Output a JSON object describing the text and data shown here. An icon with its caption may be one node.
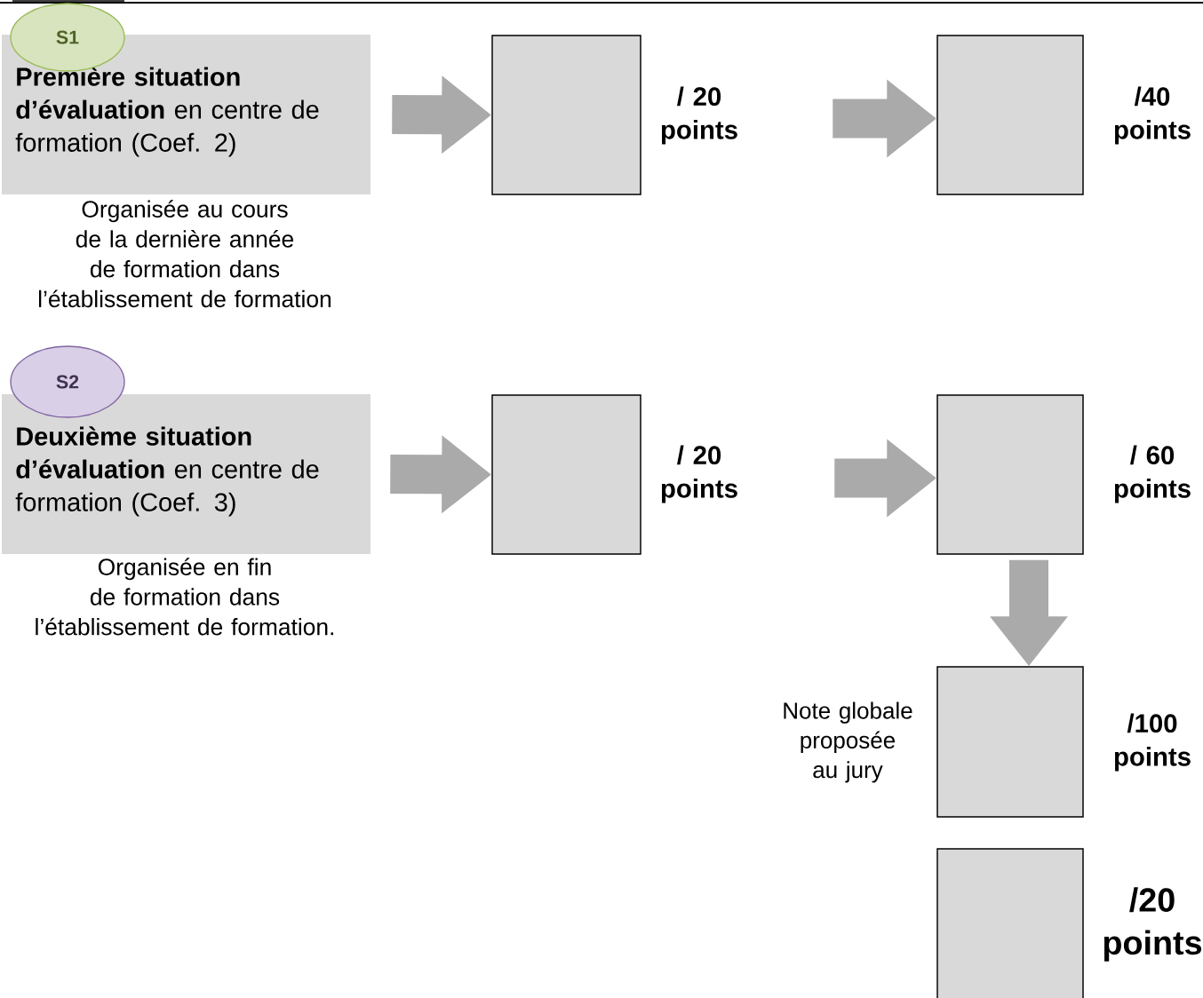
{
  "diagram": {
    "nodes": [
      {
        "text": [
          "S1"
        ]
      },
      {
        "text": [
          "**Première situation d’évaluation** en centre de formation (Coef. 2)"
        ],
        "beside": [
          "Organisée au cours de la dernière année de formation dans l’établissement de formation"
        ]
      },
      {
        "text": [],
        "shape": "box",
        "beside": [
          "/ 20 points"
        ]
      },
      {
        "text": [],
        "shape": "box",
        "beside": [
          "/40 points"
        ]
      },
      {
        "text": [
          "S2"
        ]
      },
      {
        "text": [
          "**Deuxième situation d’évaluation** en centre de formation (Coef. 3)"
        ],
        "beside": [
          "Organisée en fin de formation dans l’établissement de formation."
        ]
      },
      {
        "text": [],
        "shape": "box",
        "beside": [
          "/ 20 points"
        ]
      },
      {
        "text": [],
        "shape": "box",
        "beside": [
          "/ 60 points"
        ]
      },
      {
        "text": [],
        "shape": "box",
        "beside": [
          "Note globale proposée au jury",
          "/100 points"
        ]
      },
      {
        "text": [],
        "shape": "box",
        "beside": [
          "/20 points"
        ]
      }
    ],
    "edges": [
      {
        "from": 1,
        "to": 2,
        "arrow": "to"
      },
      {
        "from": null,
        "to": 3,
        "arrow": "to"
      },
      {
        "from": 5,
        "to": 6,
        "arrow": "to"
      },
      {
        "from": null,
        "to": 7,
        "arrow": "to"
      },
      {
        "from": 7,
        "to": 8,
        "arrow": "to"
      }
    ]
  }
}
